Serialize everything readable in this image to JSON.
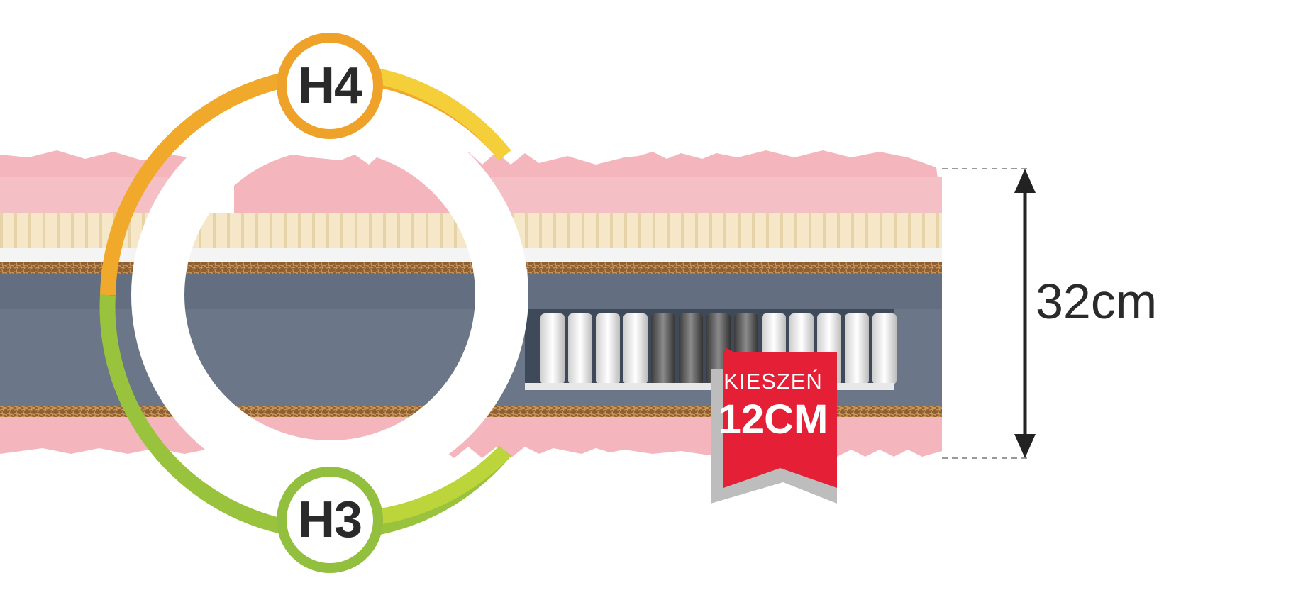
{
  "product_view": "mattress-cross-section",
  "firmness": {
    "top": {
      "label": "H4",
      "color": "#eea22a"
    },
    "bottom": {
      "label": "H3",
      "color": "#93bf3e"
    }
  },
  "height": {
    "label": "32cm"
  },
  "pocket_ribbon": {
    "line1": "KIESZEŃ",
    "line2": "12CM",
    "color": "#e51f35"
  },
  "layers": [
    {
      "name": "top-foam-profiled",
      "color": "#f4b5bb"
    },
    {
      "name": "latex-layer",
      "color": "#f3e4c4"
    },
    {
      "name": "coconut-mat-top",
      "color": "#9a6a3a"
    },
    {
      "name": "pocket-spring-core",
      "color": "#6f7b8c"
    },
    {
      "name": "coconut-mat-bottom",
      "color": "#9a6a3a"
    },
    {
      "name": "bottom-foam-profiled",
      "color": "#f4b5bb"
    }
  ]
}
